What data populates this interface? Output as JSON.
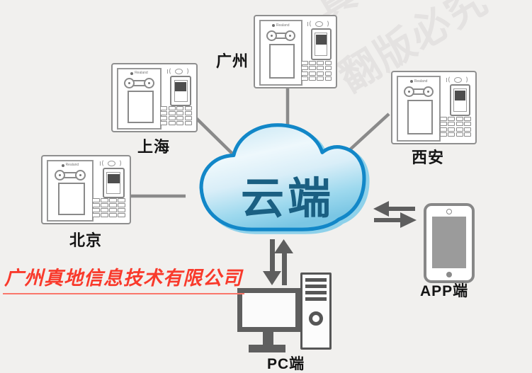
{
  "watermark": {
    "fragment_top": "真地",
    "fragment_main": "翻版必究",
    "color": "#e4e2e1"
  },
  "cloud": {
    "label": "云端",
    "border_color": "#1287c8",
    "fill_top": "#cfeaf6",
    "fill_bottom": "#7ac6e4",
    "label_color": "#1a5f82"
  },
  "sites": [
    {
      "id": "guangzhou",
      "label": "广州"
    },
    {
      "id": "shanghai",
      "label": "上海"
    },
    {
      "id": "xian",
      "label": "西安"
    },
    {
      "id": "beijing",
      "label": "北京"
    }
  ],
  "clients": {
    "pc": {
      "label": "PC端"
    },
    "app": {
      "label": "APP端"
    }
  },
  "device": {
    "brand": "Realand"
  },
  "company": {
    "name": "广州真地信息技术有限公司",
    "color": "#f93a2c"
  },
  "colors": {
    "connection_line": "#8a8a8a",
    "arrow": "#5e5e5e",
    "device_outline": "#8f8f8f",
    "label_text": "#141414",
    "background": "#f1f0ee"
  }
}
